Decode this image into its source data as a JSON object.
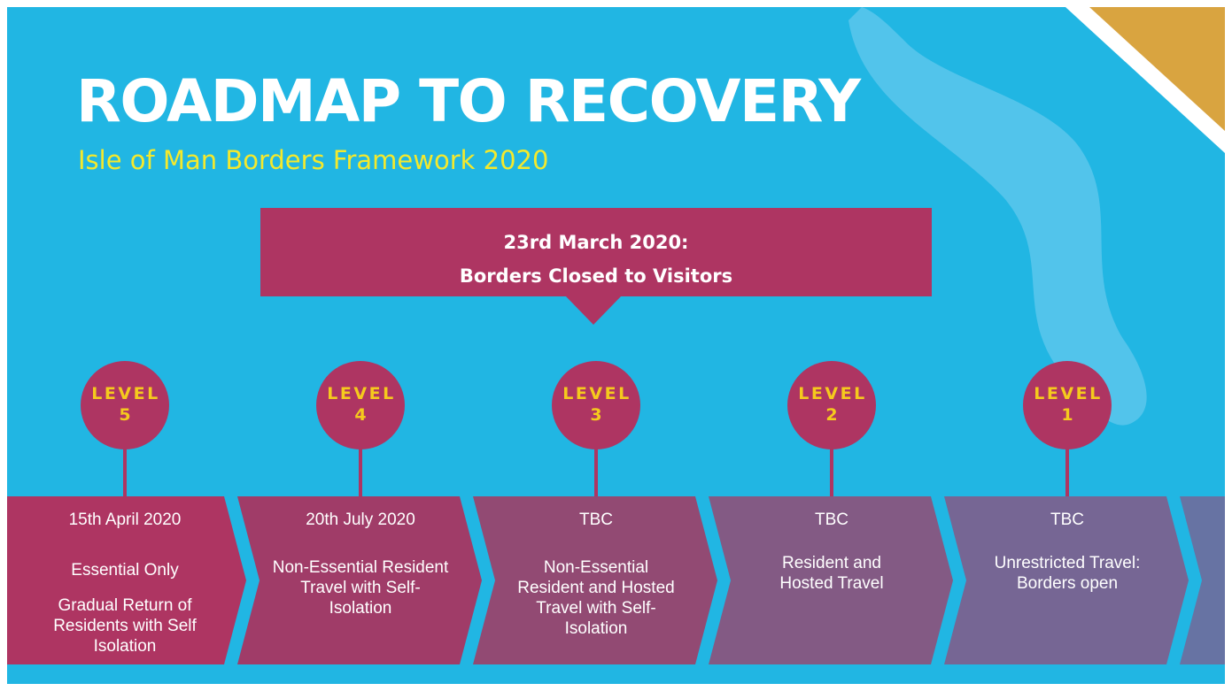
{
  "title": "ROADMAP TO RECOVERY",
  "subtitle": "Isle of Man Borders Framework 2020",
  "callout": {
    "line1": "23rd March 2020:",
    "line2": "Borders Closed to Visitors"
  },
  "colors": {
    "background": "#21b6e3",
    "accent": "#ae3562",
    "badge_text": "#f5ca1d",
    "subtitle": "#f4e92c",
    "corner": "#d9a440"
  },
  "levels": [
    {
      "label": "LEVEL",
      "number": "5",
      "date": "15th April 2020",
      "description": "Essential Only",
      "description2": "Gradual Return of Residents with Self Isolation"
    },
    {
      "label": "LEVEL",
      "number": "4",
      "date": "20th July 2020",
      "description": "Non-Essential Resident Travel with Self-Isolation"
    },
    {
      "label": "LEVEL",
      "number": "3",
      "date": "TBC",
      "description": "Non-Essential Resident and Hosted Travel with Self-Isolation"
    },
    {
      "label": "LEVEL",
      "number": "2",
      "date": "TBC",
      "description": "Resident and Hosted Travel"
    },
    {
      "label": "LEVEL",
      "number": "1",
      "date": "TBC",
      "description": "Unrestricted Travel: Borders open"
    }
  ]
}
